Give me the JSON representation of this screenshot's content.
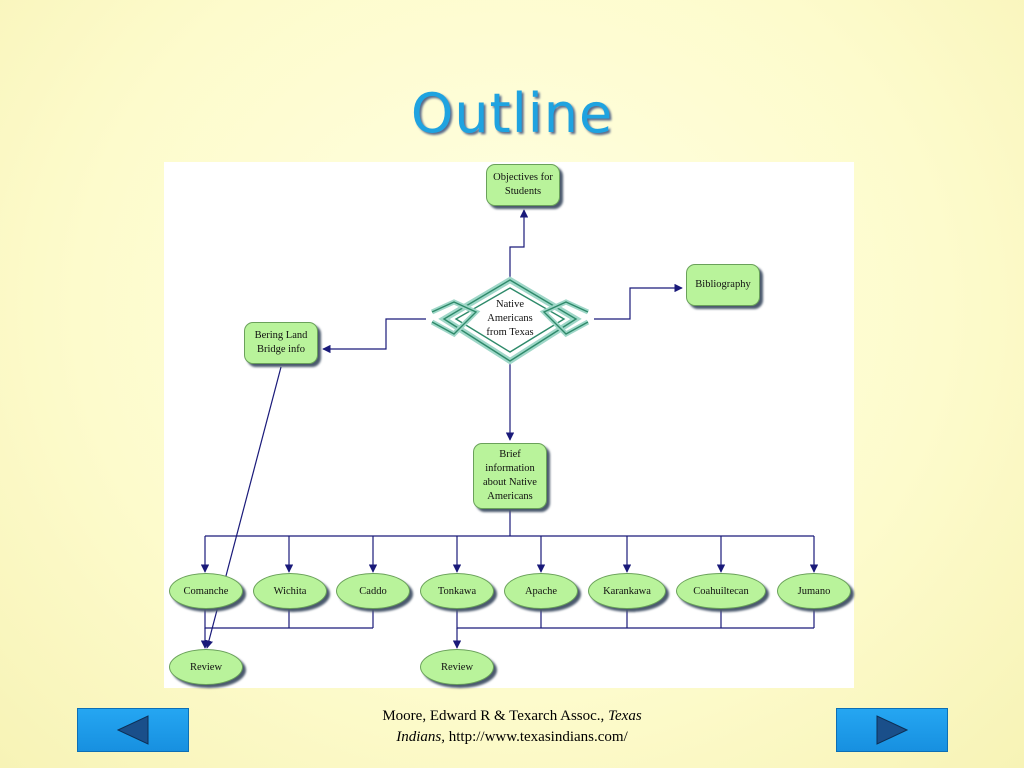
{
  "slide": {
    "title": "Outline"
  },
  "diagram": {
    "top": "Objectives for\nStudents",
    "center": "Native\nAmericans\nfrom Texas",
    "right": "Bibliography",
    "left": "Bering Land\nBridge info",
    "middle": "Brief\ninformation\nabout Native\nAmericans",
    "tribes": [
      "Comanche",
      "Wichita",
      "Caddo",
      "Tonkawa",
      "Apache",
      "Karankawa",
      "Coahuiltecan",
      "Jumano"
    ],
    "review_left": "Review",
    "review_right": "Review"
  },
  "footer": {
    "line1_plain": "Moore, Edward R & Texarch Assoc., ",
    "line1_italic": "Texas",
    "line2_italic": "Indians",
    "line2_plain": ", http://www.texasindians.com/"
  },
  "nav": {
    "prev_icon": "left-arrow-icon",
    "next_icon": "right-arrow-icon"
  },
  "colors": {
    "node_fill": "#b9f39b",
    "connector": "#1a1a7a",
    "title": "#1fa3e0",
    "nav_button": "#1e9ae8"
  }
}
